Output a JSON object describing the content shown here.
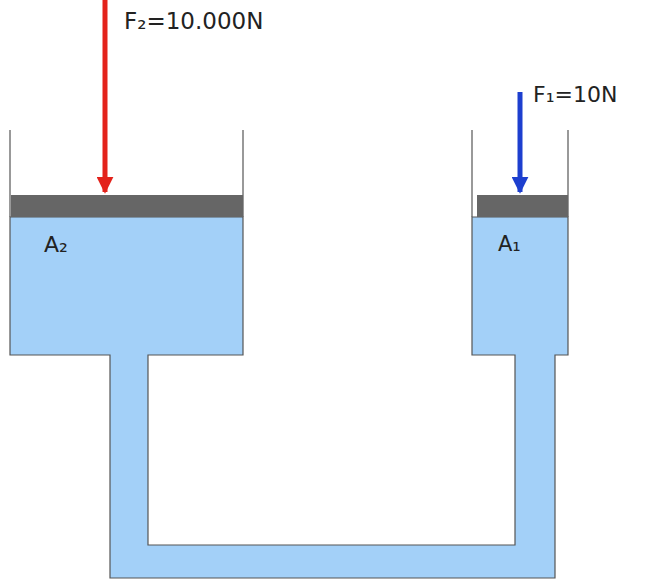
{
  "diagram": {
    "labels": [
      "F₂=10.000N",
      "F₁=10N",
      "A₂",
      "A₁"
    ]
  }
}
